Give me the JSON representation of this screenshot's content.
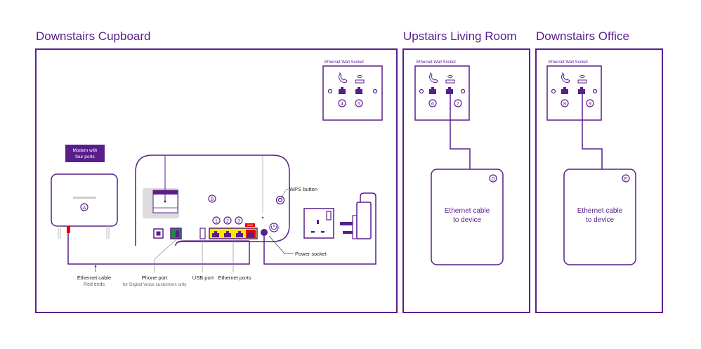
{
  "colors": {
    "primary": "#5a1e8c",
    "yellow": "#ffe600",
    "red": "#e60000",
    "green": "#1e8c3c",
    "grey": "#dcdcdc"
  },
  "rooms": [
    {
      "title": "Downstairs Cupboard"
    },
    {
      "title": "Upstairs Living Room"
    },
    {
      "title": "Downstairs Office"
    }
  ],
  "wall_sockets": [
    {
      "label": "Ethernet Wall Socket",
      "ports": [
        "4",
        "5"
      ]
    },
    {
      "label": "Ethernet Wall Socket",
      "ports": [
        "6",
        "7"
      ]
    },
    {
      "label": "Ethernet Wall Socket",
      "ports": [
        "8",
        "9"
      ]
    }
  ],
  "modem": {
    "badge_line1": "Modem with",
    "badge_line2": "four ports",
    "marker": "A"
  },
  "router": {
    "marker": "B",
    "ports": [
      "1",
      "2",
      "3"
    ],
    "wan_label": "WAN"
  },
  "devices": [
    {
      "marker": "D",
      "line1": "Ethernet cable",
      "line2": "to device"
    },
    {
      "marker": "E",
      "line1": "Ethernet cable",
      "line2": "to device"
    }
  ],
  "callouts": {
    "wps": "WPS button",
    "power": "Power socket",
    "ethernet_cable": "Ethernet cable",
    "ethernet_cable_sub": "Red ends",
    "phone_port": "Phone port",
    "phone_port_sub": "for Digital Voice customers only",
    "usb_port": "USB port",
    "ethernet_ports": "Ethernet ports"
  }
}
